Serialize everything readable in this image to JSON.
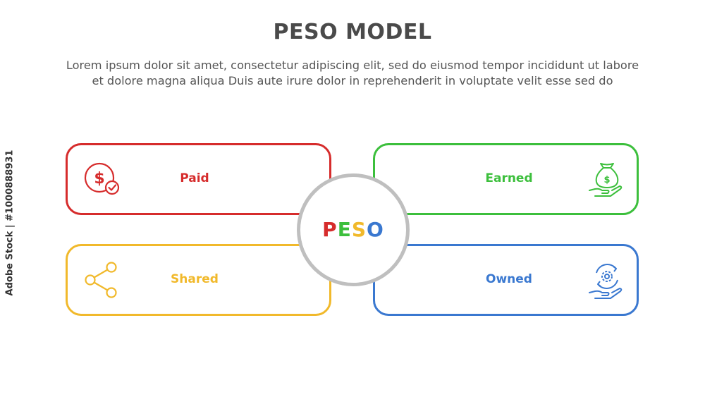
{
  "title": "PESO MODEL",
  "subtitle": {
    "line1": "Lorem ipsum dolor sit amet, consectetur adipiscing elit, sed do eiusmod tempor incididunt ut labore",
    "line2": "et dolore magna aliqua Duis aute irure dolor in reprehenderit in voluptate velit esse sed do"
  },
  "center": {
    "letters": [
      "P",
      "E",
      "S",
      "O"
    ],
    "letter_colors": [
      "#d62c2c",
      "#3cbf3c",
      "#f1b92b",
      "#3a78d0"
    ]
  },
  "cards": {
    "paid": {
      "label": "Paid",
      "color": "#d62c2c",
      "icon": "dollar-check-icon"
    },
    "earned": {
      "label": "Earned",
      "color": "#3cbf3c",
      "icon": "money-bag-hand-icon"
    },
    "shared": {
      "label": "Shared",
      "color": "#f1b92b",
      "icon": "share-icon"
    },
    "owned": {
      "label": "Owned",
      "color": "#3a78d0",
      "icon": "gear-hand-icon"
    }
  },
  "side_credit": "Adobe Stock | #1000888931"
}
